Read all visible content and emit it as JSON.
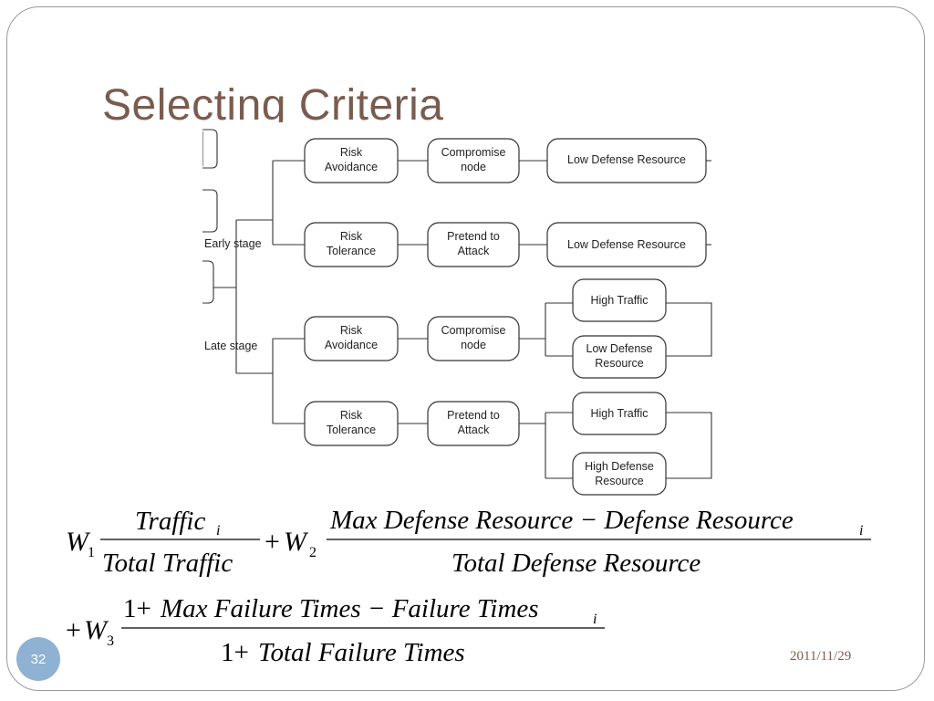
{
  "slide": {
    "title": "Selecting Criteria",
    "page_number": "32",
    "date": "2011/11/29"
  },
  "diagram": {
    "stages": [
      "Early stage",
      "Late stage"
    ],
    "branches": [
      {
        "strategy": [
          "Risk",
          "Avoidance"
        ],
        "action": [
          "Compromise",
          "node"
        ],
        "targets": [
          [
            "Low Defense Resource"
          ]
        ]
      },
      {
        "strategy": [
          "Risk",
          "Tolerance"
        ],
        "action": [
          "Pretend to",
          "Attack"
        ],
        "targets": [
          [
            "Low Defense Resource"
          ]
        ]
      },
      {
        "strategy": [
          "Risk",
          "Avoidance"
        ],
        "action": [
          "Compromise",
          "node"
        ],
        "targets": [
          [
            "High Traffic"
          ],
          [
            "Low Defense",
            "Resource"
          ]
        ]
      },
      {
        "strategy": [
          "Risk",
          "Tolerance"
        ],
        "action": [
          "Pretend to",
          "Attack"
        ],
        "targets": [
          [
            "High Traffic"
          ],
          [
            "High Defense",
            "Resource"
          ]
        ]
      }
    ]
  },
  "formula": {
    "w1": "W",
    "w1_sub": "1",
    "t1_num": "Traffic",
    "t1_num_sub": "i",
    "t1_den": "Total Traffic",
    "plus": "+",
    "w2": "W",
    "w2_sub": "2",
    "t2_num": "Max Defense Resource − Defense Resource",
    "t2_num_sub": "i",
    "t2_den": "Total Defense Resource",
    "w3": "W",
    "w3_sub": "3",
    "t3_num_one": "1+",
    "t3_num": "Max Failure Times − Failure Times",
    "t3_num_sub": "i",
    "t3_den_one": "1+",
    "t3_den": "Total Failure Times"
  }
}
